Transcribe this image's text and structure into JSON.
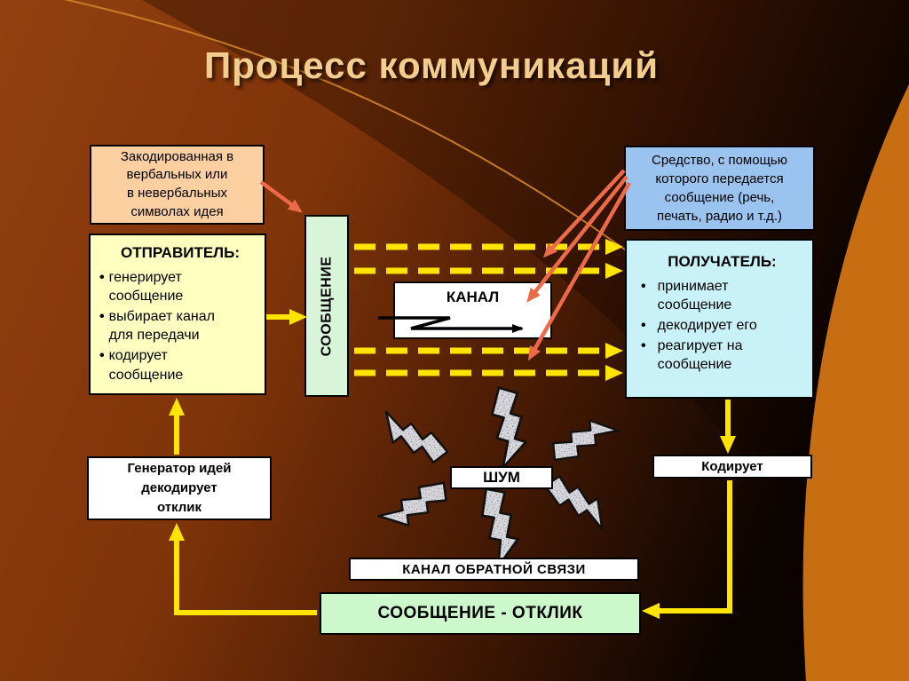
{
  "slide": {
    "title": "Процесс коммуникаций"
  },
  "boxes": {
    "encoded_idea": {
      "text": "Закодированная в\nвербальных или\nв невербальных\nсимволах идея"
    },
    "medium": {
      "text": "Средство, с помощью\nкоторого передается\nсообщение (речь,\nпечать, радио и т.д.)"
    },
    "sender": {
      "title": "ОТПРАВИТЕЛЬ:",
      "bullets": [
        "генерирует сообщение",
        "выбирает канал для передачи",
        "кодирует сообщение"
      ]
    },
    "message": {
      "label": "СООБЩЕНИЕ"
    },
    "channel": {
      "label": "КАНАЛ"
    },
    "receiver": {
      "title": "ПОЛУЧАТЕЛЬ:",
      "bullets": [
        "принимает сообщение",
        "декодирует его",
        "реагирует на сообщение"
      ]
    },
    "noise": {
      "label": "ШУМ"
    },
    "generator": {
      "text": "Генератор идей\nдекодирует\nотклик"
    },
    "encoder": {
      "label": "Кодирует"
    },
    "feedback_channel": {
      "label": "КАНАЛ ОБРАТНОЙ СВЯЗИ"
    },
    "response": {
      "label": "СООБЩЕНИЕ - ОТКЛИК"
    }
  },
  "colors": {
    "background_brown": "#8F3D10",
    "swoosh_orange": "#C86E12",
    "title_text": "#F3CD8D",
    "arrow_yellow": "#FFE400",
    "arrow_red": "#ED6A49",
    "box_peach": "#FBCFA0",
    "box_blue": "#9AC4EF",
    "box_yellow": "#FFFFC0",
    "box_green": "#D9F5D9",
    "box_cyan": "#C9F1F8",
    "box_response_green": "#CDF8CC",
    "box_white": "#FFFFFF"
  }
}
